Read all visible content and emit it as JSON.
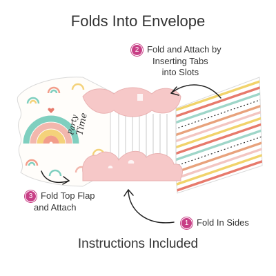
{
  "title": "Folds Into Envelope",
  "footer": "Instructions Included",
  "steps": {
    "step1": {
      "number": "1",
      "text": "Fold In Sides"
    },
    "step2": {
      "number": "2",
      "line1": "Fold and Attach by",
      "line2": "Inserting Tabs",
      "line3": "into Slots"
    },
    "step3": {
      "number": "3",
      "line1": "Fold Top Flap",
      "line2": "and Attach"
    }
  },
  "card": {
    "lettering": [
      "Party",
      "Time"
    ]
  },
  "colors": {
    "badge": "#c83f86",
    "flap_pink": "#f6c8c8",
    "stripe_colors": [
      "#e8a27c",
      "#f3c6c2",
      "#f1d36b",
      "#e77a6c",
      "#9fd6c9",
      "#222222"
    ],
    "rainbow": [
      "#7fcfbf",
      "#f2b7ad",
      "#f4d27a",
      "#f29d8a"
    ]
  }
}
